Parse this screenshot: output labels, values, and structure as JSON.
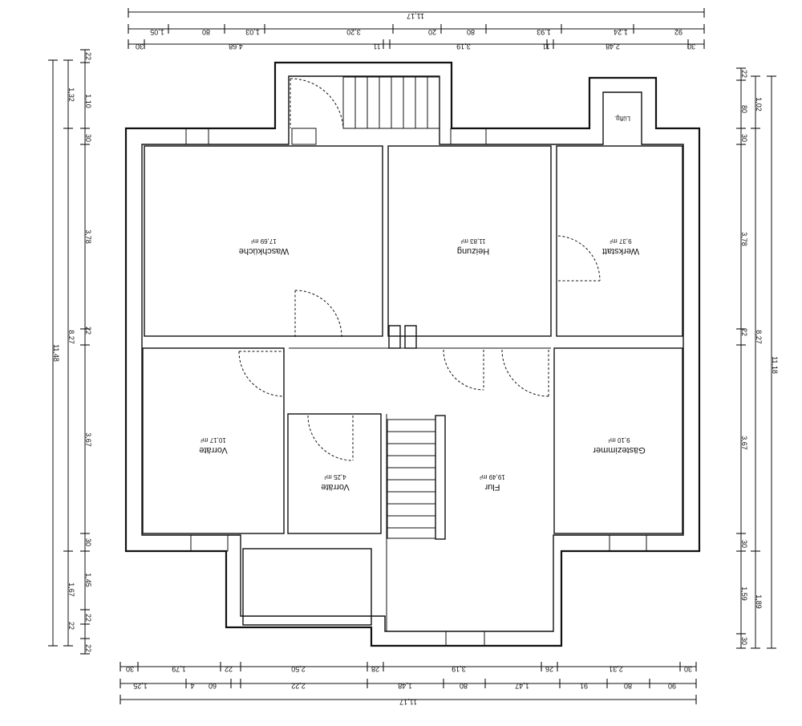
{
  "rooms": {
    "waschkueche": {
      "name": "Waschküche",
      "area": "17,69 m²"
    },
    "heizung": {
      "name": "Heizung",
      "area": "11,83 m²"
    },
    "werkstatt": {
      "name": "Werkstatt",
      "area": "9,37 m²"
    },
    "vorraete_left": {
      "name": "Vorräte",
      "area": "10,17 m²"
    },
    "vorraete_small": {
      "name": "Vorräte",
      "area": "4,25 m²"
    },
    "flur": {
      "name": "Flur",
      "area": "19,49 m²"
    },
    "gaestezimmer": {
      "name": "Gästezimmer",
      "area": "9,10 m²"
    },
    "lueftung": {
      "name": "Lüftg."
    }
  },
  "dimensions": {
    "top_total": "11,17",
    "top_row1": [
      "1,05",
      "80",
      "1,03",
      "3,20",
      "20",
      "80",
      "1,93",
      "1,24",
      "92"
    ],
    "top_row2": [
      "30",
      "4,68",
      "11",
      "3,19",
      "11",
      "2,48",
      "30"
    ],
    "bottom_row1": [
      "30",
      "1,79",
      "22",
      "2,50",
      "28",
      "3,19",
      "26",
      "2,31",
      "30"
    ],
    "bottom_row2": [
      "1,25",
      "4",
      "60",
      "2,22",
      "1,48",
      "80",
      "1,47",
      "91",
      "80",
      "90"
    ],
    "bottom_total": "11,17",
    "left_outer": "11,48",
    "left_mid": [
      "1,32",
      "8,27",
      "1,67"
    ],
    "left_inner": [
      "22",
      "1,10",
      "30",
      "3,78",
      "22",
      "3,67",
      "30",
      "1,45",
      "22",
      "22",
      "22"
    ],
    "right_outer": "11,18",
    "right_mid": [
      "1,02",
      "8,27",
      "1,89"
    ],
    "right_inner": [
      "22",
      "80",
      "30",
      "3,78",
      "22",
      "3,67",
      "30",
      "1,59",
      "30"
    ]
  }
}
